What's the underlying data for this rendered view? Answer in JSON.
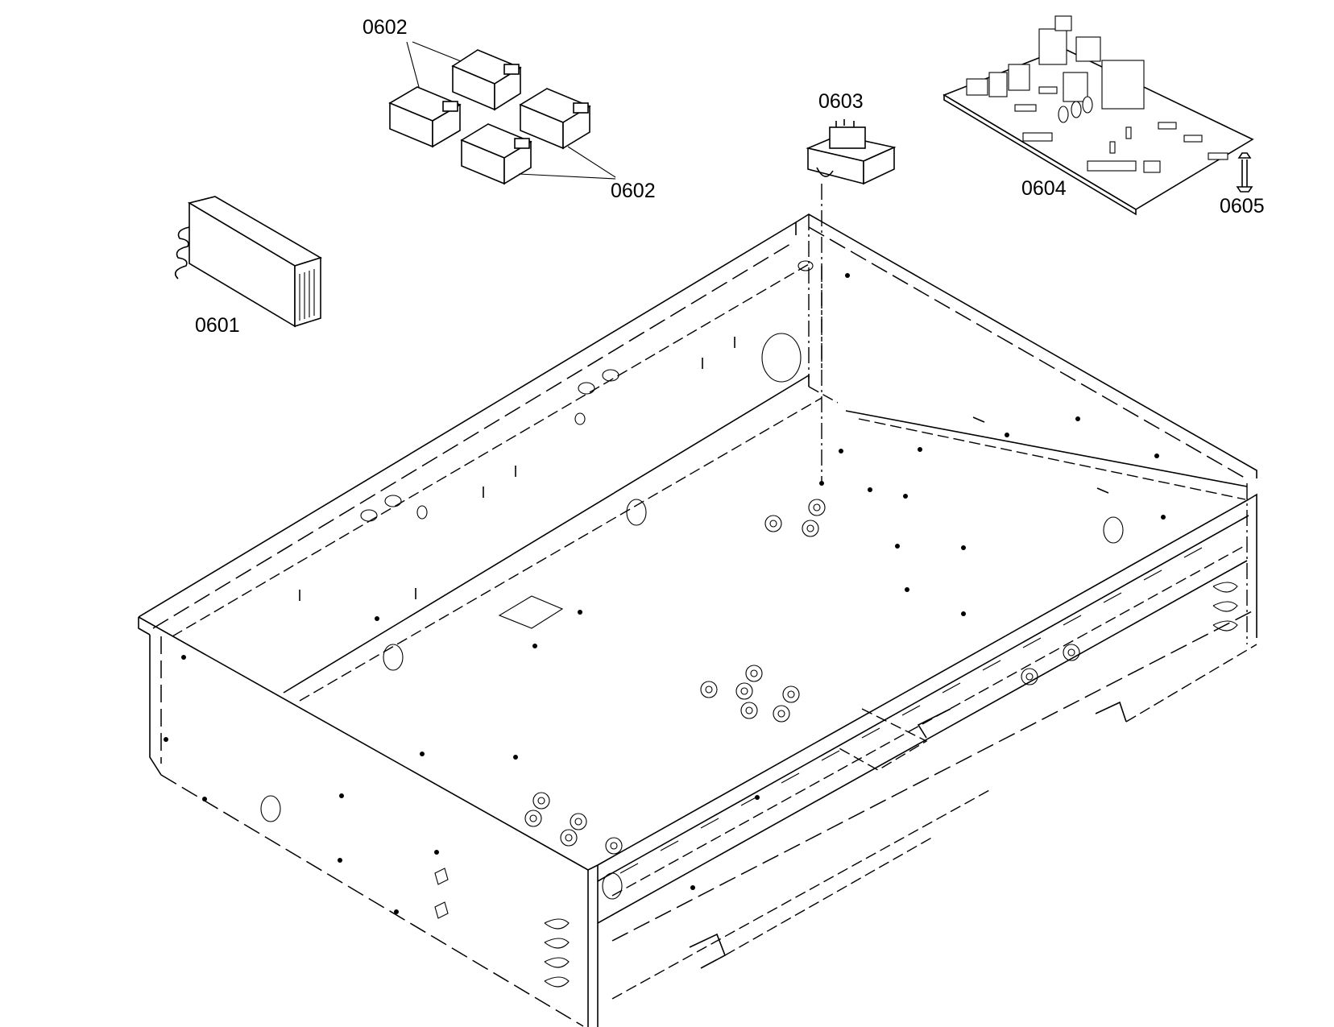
{
  "callouts": [
    {
      "id": "0601",
      "text": "0601"
    },
    {
      "id": "0602a",
      "text": "0602"
    },
    {
      "id": "0602b",
      "text": "0602"
    },
    {
      "id": "0603",
      "text": "0603"
    },
    {
      "id": "0604",
      "text": "0604"
    },
    {
      "id": "0605",
      "text": "0605"
    }
  ]
}
